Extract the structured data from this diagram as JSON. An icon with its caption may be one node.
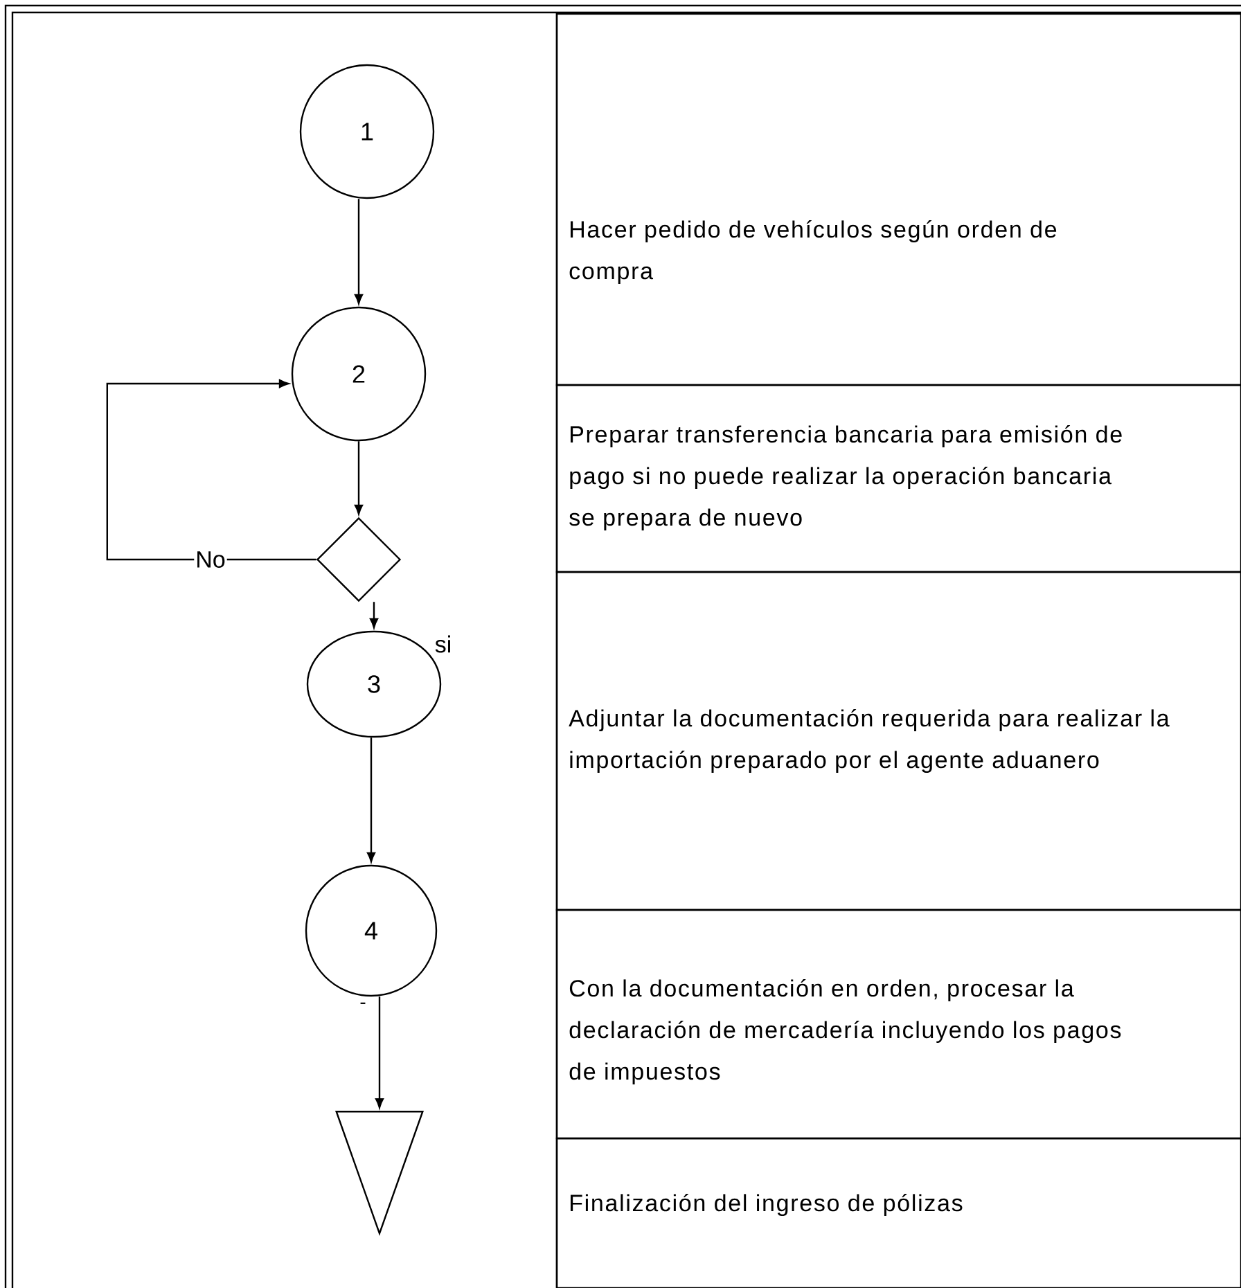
{
  "diagram": {
    "nodes": [
      {
        "text": [
          "1"
        ]
      },
      {
        "text": [
          "2"
        ]
      },
      {
        "text": [],
        "shape": "diamond"
      },
      {
        "text": [
          "3"
        ]
      },
      {
        "text": [
          "4"
        ]
      },
      {
        "text": [],
        "shape": "triangle"
      },
      {
        "text": [
          "Hacer pedido de vehículos según orden de compra"
        ]
      },
      {
        "text": [
          "Preparar transferencia bancaria para emisión de pago si no puede realizar la operación bancaria se prepara de nuevo"
        ]
      },
      {
        "text": [
          "Adjuntar la documentación requerida para realizar la importación preparado por el agente aduanero"
        ]
      },
      {
        "text": [
          "Con la documentación en orden, procesar la declaración de mercadería incluyendo los pagos de impuestos"
        ]
      },
      {
        "text": [
          "Finalización del ingreso de pólizas"
        ]
      }
    ],
    "edges": [
      {
        "from": 0,
        "to": 1,
        "arrow": "to"
      },
      {
        "from": 1,
        "to": 2,
        "arrow": "to"
      },
      {
        "from": 2,
        "to": 1,
        "arrow": "to",
        "label": "No"
      },
      {
        "from": 2,
        "to": 3,
        "arrow": "to",
        "label": "si"
      },
      {
        "from": 3,
        "to": 4,
        "arrow": "to"
      },
      {
        "from": 4,
        "to": 5,
        "arrow": "to"
      }
    ],
    "labels": [
      "-"
    ]
  }
}
